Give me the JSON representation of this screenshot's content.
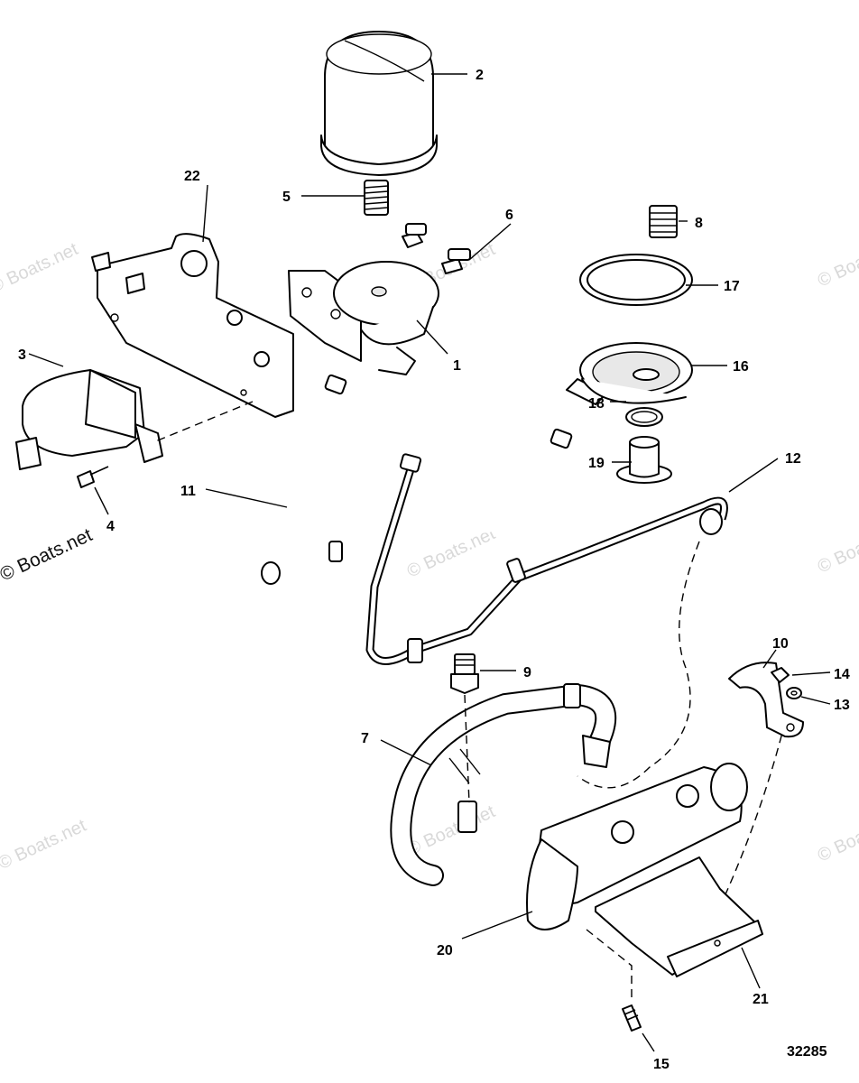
{
  "watermarks": {
    "primary": "© Boats.net",
    "faint": "© Boats.net"
  },
  "callouts": {
    "c1": "1",
    "c2": "2",
    "c3": "3",
    "c4": "4",
    "c5": "5",
    "c6": "6",
    "c7": "7",
    "c8": "8",
    "c9": "9",
    "c10": "10",
    "c11": "11",
    "c12": "12",
    "c13": "13",
    "c14": "14",
    "c15": "15",
    "c16": "16",
    "c17": "17",
    "c18": "18",
    "c19": "19",
    "c20": "20",
    "c21": "21",
    "c22": "22"
  },
  "figure_number": "32285"
}
